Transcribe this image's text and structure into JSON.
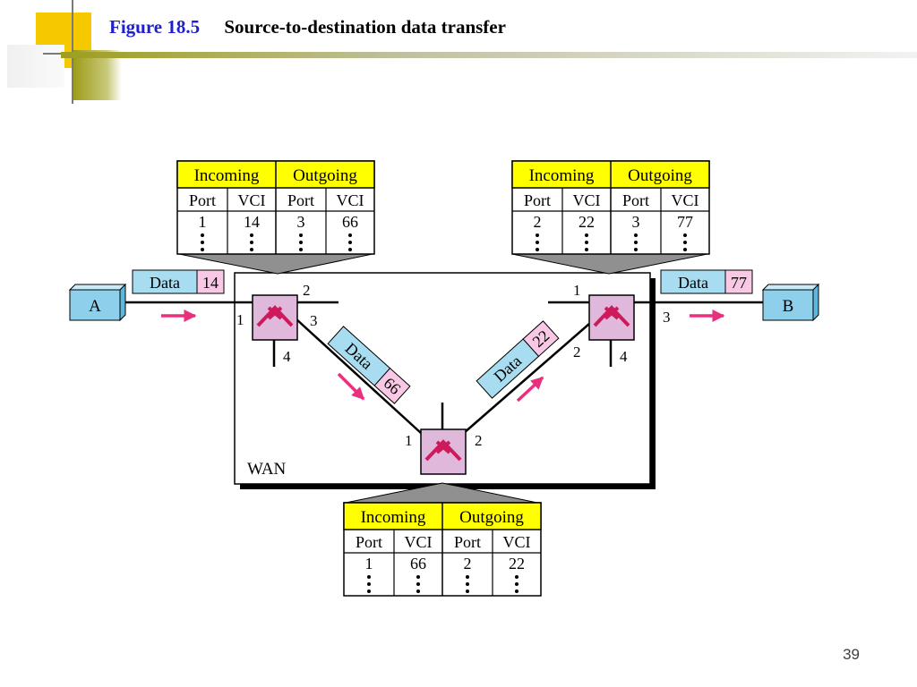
{
  "slide": {
    "figure_label": "Figure 18.5",
    "figure_title": "Source-to-destination data transfer",
    "page_number": "39"
  },
  "colors": {
    "title_blue": "#1f1fcf",
    "table_header_yellow": "#ffff00",
    "data_label_blue": "#a8dcf0",
    "vci_label_pink": "#f8c8e4",
    "switch_fill": "#e0b8dc",
    "switch_symbol": "#cc1a5a",
    "arrow_pink": "#e8307c",
    "endpoint_blue": "#8ed0ec"
  },
  "diagram": {
    "wan_label": "WAN",
    "endpoints": {
      "source": "A",
      "destination": "B"
    },
    "packets": {
      "data_word": "Data",
      "at_source": "14",
      "link_1_to_3": "66",
      "link_3_to_2": "22",
      "at_destination": "77"
    },
    "switches": {
      "left": {
        "ports": {
          "p1": "1",
          "p2": "2",
          "p3": "3",
          "p4": "4"
        }
      },
      "right": {
        "ports": {
          "p1": "1",
          "p2": "2",
          "p3": "3",
          "p4": "4"
        }
      },
      "bottom": {
        "ports": {
          "p1": "1",
          "p2": "2"
        }
      }
    },
    "tables": {
      "left": {
        "incoming": "Incoming",
        "outgoing": "Outgoing",
        "columns": [
          "Port",
          "VCI",
          "Port",
          "VCI"
        ],
        "row": [
          "1",
          "14",
          "3",
          "66"
        ]
      },
      "right": {
        "incoming": "Incoming",
        "outgoing": "Outgoing",
        "columns": [
          "Port",
          "VCI",
          "Port",
          "VCI"
        ],
        "row": [
          "2",
          "22",
          "3",
          "77"
        ]
      },
      "bottom": {
        "incoming": "Incoming",
        "outgoing": "Outgoing",
        "columns": [
          "Port",
          "VCI",
          "Port",
          "VCI"
        ],
        "row": [
          "1",
          "66",
          "2",
          "22"
        ]
      }
    }
  }
}
